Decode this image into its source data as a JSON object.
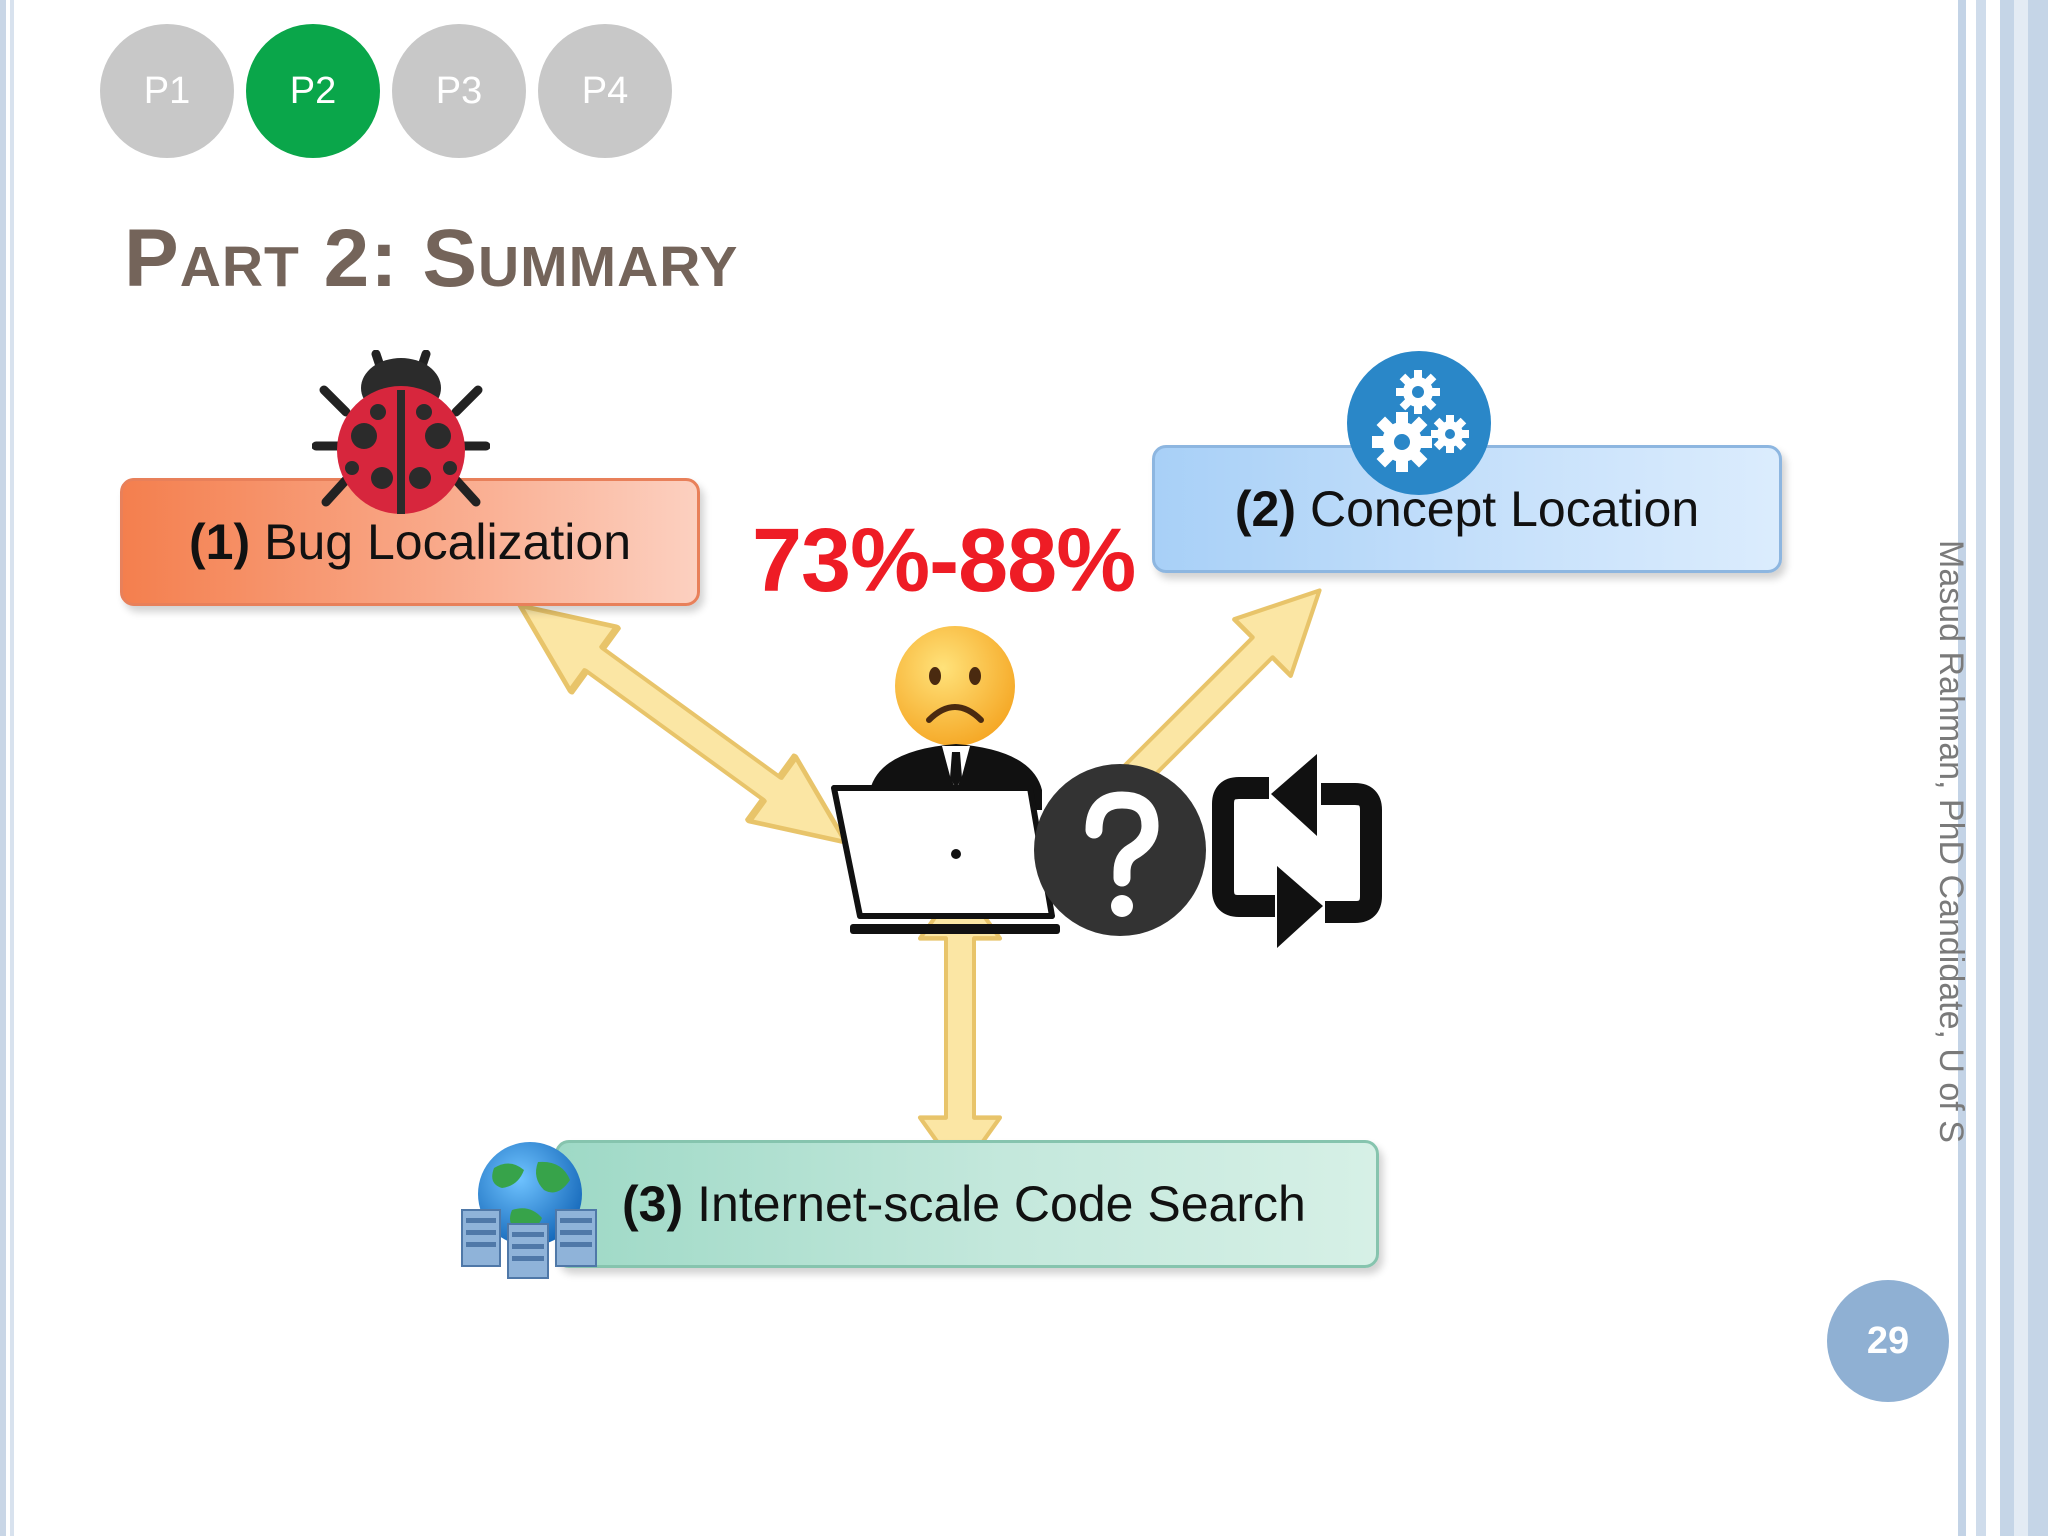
{
  "nav": {
    "pills": [
      {
        "label": "P1",
        "active": false
      },
      {
        "label": "P2",
        "active": true
      },
      {
        "label": "P3",
        "active": false
      },
      {
        "label": "P4",
        "active": false
      }
    ]
  },
  "title": "Part 2: Summary",
  "boxes": {
    "bug": {
      "num": "(1)",
      "label": "Bug Localization"
    },
    "concept": {
      "num": "(2)",
      "label": "Concept Location"
    },
    "search": {
      "num": "(3)",
      "label": "Internet-scale Code Search"
    }
  },
  "stat": "73%-88%",
  "author": "Masud Rahman, PhD Candidate, U of S",
  "page_number": "29",
  "icons": [
    "ladybug-icon",
    "gears-icon",
    "sad-face-icon",
    "developer-laptop-icon",
    "question-icon",
    "refresh-cycle-icon",
    "globe-servers-icon"
  ],
  "colors": {
    "active_pill": "#0aa64a",
    "inactive_pill": "#c8c8c8",
    "stat": "#ee1c25",
    "title": "#74645a",
    "arrow_fill": "#fbe6a4",
    "arrow_stroke": "#e8c46a"
  }
}
